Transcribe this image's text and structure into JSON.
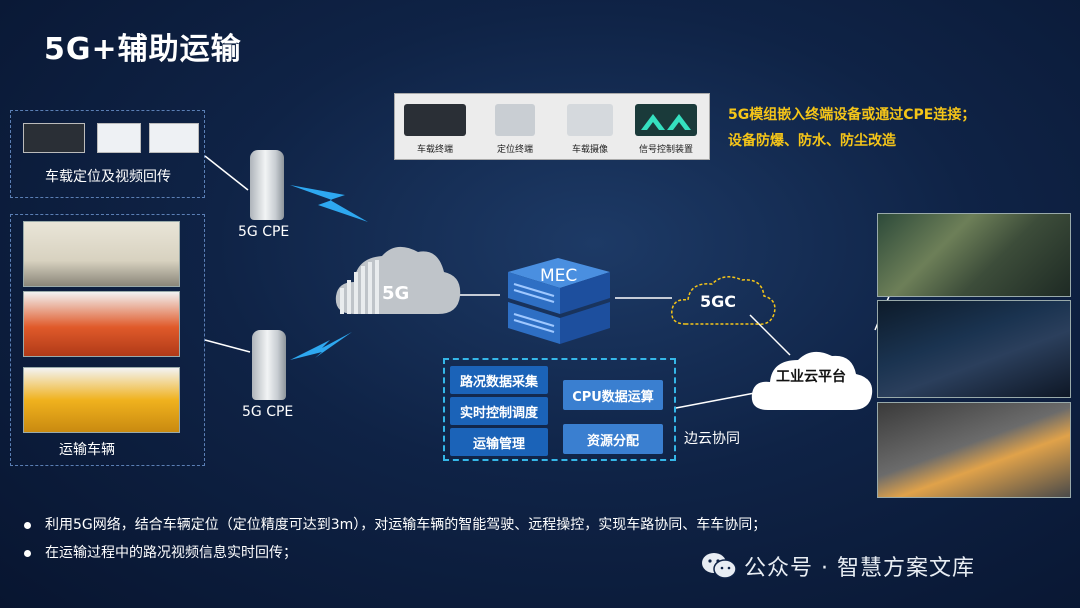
{
  "title": "5G+辅助运输",
  "left": {
    "terminal_caption": "车载定位及视频回传",
    "vehicle_caption": "运输车辆"
  },
  "cpe_top": "5G CPE",
  "cpe_bottom": "5G CPE",
  "panel": {
    "items": [
      "车载终端",
      "定位终端",
      "车载摄像",
      "信号控制装置"
    ]
  },
  "note": {
    "line1": "5G模组嵌入终端设备或通过CPE连接；",
    "line2": "设备防爆、防水、防尘改造"
  },
  "cloud_5g": "5G",
  "mec": "MEC",
  "core": "5GC",
  "industry_cloud": "工业云平台",
  "edge_cloud": "边云协同",
  "functions_left": [
    "路况数据采集",
    "实时控制调度",
    "运输管理"
  ],
  "functions_right": [
    "CPU数据运算",
    "资源分配"
  ],
  "bullets": [
    "利用5G网络，结合车辆定位（定位精度可达到3m），对运输车辆的智能驾驶、远程操控，实现车路协同、车车协同；",
    "在运输过程中的路况视频信息实时回传；"
  ],
  "watermark": "公众号 · 智慧方案文库",
  "colors": {
    "background": "#0f2346",
    "accent_yellow": "#f5c518",
    "function_blue": "#1b63b8",
    "dashed_cyan": "#35b7e8"
  }
}
